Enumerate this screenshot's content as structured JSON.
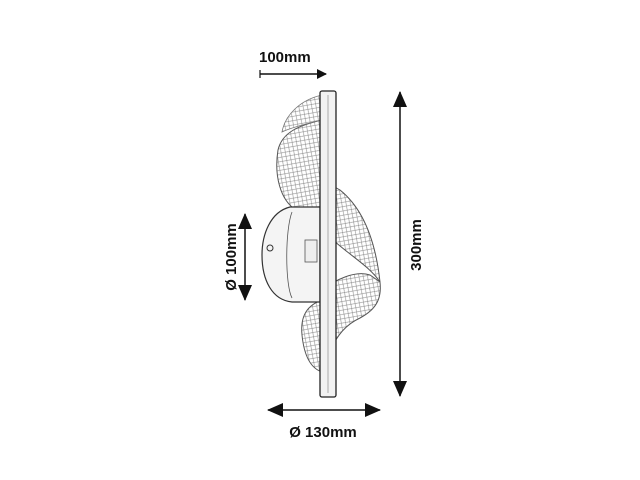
{
  "dimensions": {
    "depth": "100mm",
    "height": "300mm",
    "canopy_diameter": "Ø 100mm",
    "width_diameter": "Ø 130mm"
  },
  "colors": {
    "line": "#111111",
    "hatch": "#888888"
  }
}
